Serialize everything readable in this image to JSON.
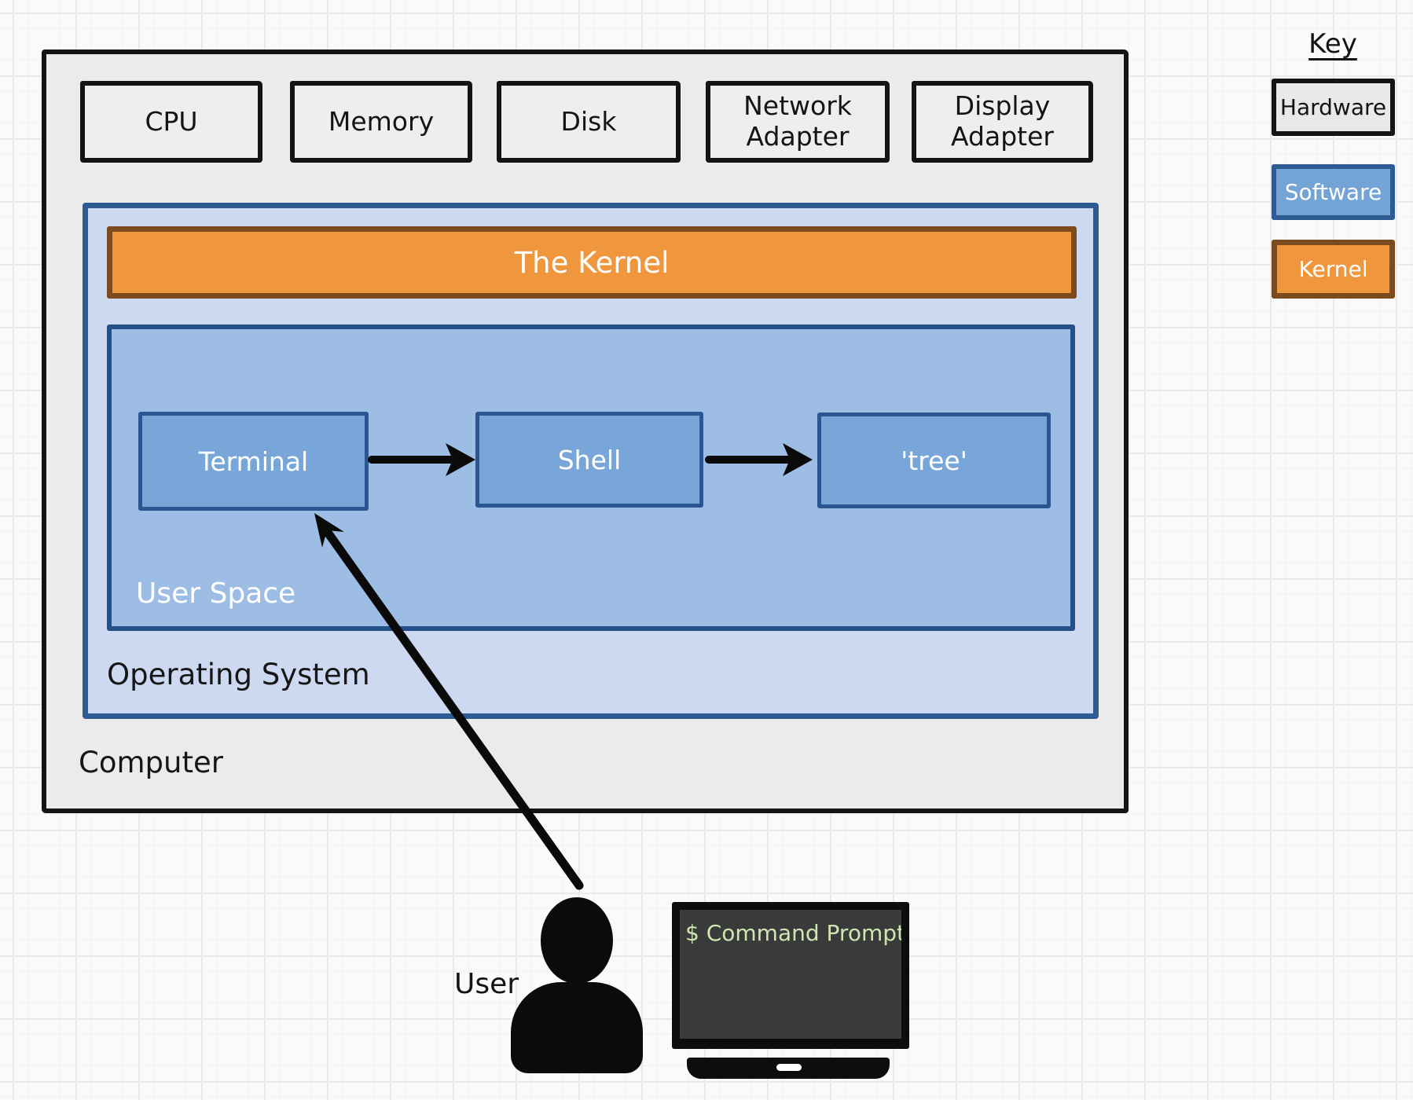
{
  "diagram": {
    "computer": {
      "label": "Computer",
      "hardware": [
        {
          "label": "CPU"
        },
        {
          "label": "Memory"
        },
        {
          "label": "Disk"
        },
        {
          "label": "Network Adapter"
        },
        {
          "label": "Display Adapter"
        }
      ],
      "os": {
        "label": "Operating System",
        "kernel": {
          "label": "The Kernel"
        },
        "user_space": {
          "label": "User Space",
          "processes": [
            {
              "label": "Terminal"
            },
            {
              "label": "Shell"
            },
            {
              "label": "'tree'"
            }
          ]
        }
      }
    },
    "key": {
      "title": "Key",
      "items": [
        {
          "label": "Hardware",
          "fill": "#e9e9e9",
          "border": "#141414"
        },
        {
          "label": "Software",
          "fill": "#74a3d6",
          "border": "#2d5c94"
        },
        {
          "label": "Kernel",
          "fill": "#f0963c",
          "border": "#7b4a1d"
        }
      ]
    },
    "arrows": [
      {
        "from": "Terminal",
        "to": "Shell"
      },
      {
        "from": "Shell",
        "to": "'tree'"
      },
      {
        "from": "User",
        "to": "Terminal"
      }
    ],
    "user": {
      "label": "User"
    },
    "monitor": {
      "screen_text": "$ Command Prompt",
      "text_color": "#cfe5b4",
      "screen_color": "#3a3a3a"
    },
    "colors": {
      "hardware_fill": "#ebebeb",
      "os_fill": "#cdd9f0",
      "user_space_fill": "#9dbde5",
      "software_fill": "#78a6d8",
      "kernel_fill": "#f0963c",
      "kernel_border": "#7b4a1d",
      "blue_border": "#2d5c94",
      "arrow_color": "#0a0a0a"
    }
  }
}
